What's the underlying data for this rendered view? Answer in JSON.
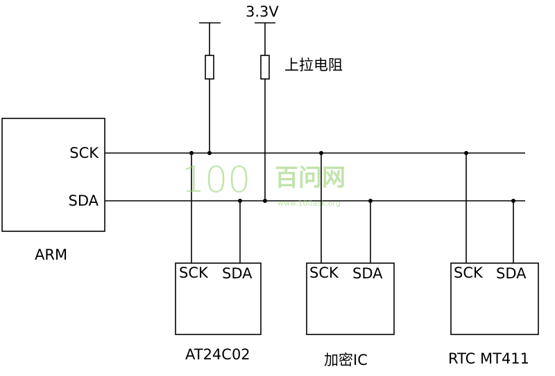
{
  "supply": {
    "voltage": "3.3V",
    "pullup_label": "上拉电阻"
  },
  "arm": {
    "name": "ARM",
    "sck": "SCK",
    "sda": "SDA"
  },
  "devices": [
    {
      "name": "AT24C02",
      "sck": "SCK",
      "sda": "SDA"
    },
    {
      "name": "加密IC",
      "sck": "SCK",
      "sda": "SDA"
    },
    {
      "name": "RTC MT411",
      "sck": "SCK",
      "sda": "SDA"
    }
  ],
  "watermark": {
    "logo": "100",
    "site_name": "百问网",
    "url": "www.100ask.org"
  },
  "colors": {
    "line": "#000000",
    "watermark": "#8fcf6a"
  }
}
